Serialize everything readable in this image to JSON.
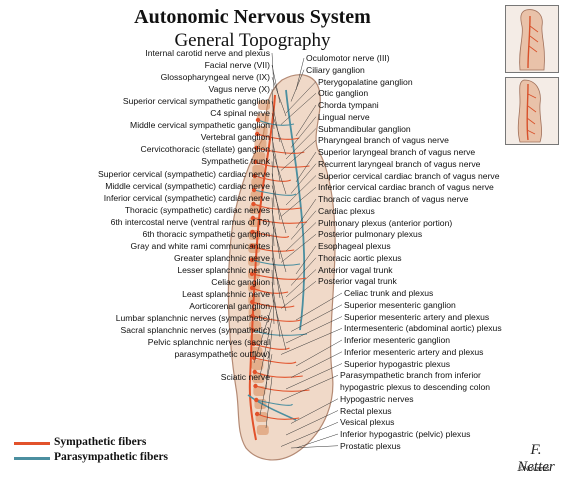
{
  "header": {
    "title": "Autonomic Nervous System",
    "subtitle": "General Topography"
  },
  "labels_left": [
    "Internal carotid nerve and plexus",
    "Facial nerve (VII)",
    "Glossopharyngeal nerve (IX)",
    "Vagus nerve (X)",
    "Superior cervical sympathetic ganglion",
    "C4 spinal nerve",
    "Middle cervical sympathetic ganglion",
    "Vertebral ganglion",
    "Cervicothoracic (stellate) ganglion",
    "Sympathetic trunk",
    "Superior cervical (sympathetic) cardiac nerve",
    "Middle cervical (sympathetic) cardiac nerve",
    "Inferior cervical (sympathetic) cardiac nerve",
    "Thoracic (sympathetic) cardiac nerves",
    "6th intercostal nerve (ventral ramus of T6)",
    "6th thoracic sympathetic ganglion",
    "Gray and white rami communicantes",
    "Greater splanchnic nerve",
    "Lesser splanchnic nerve",
    "Celiac ganglion",
    "Least splanchnic nerve",
    "Aorticorenal ganglion",
    "Lumbar splanchnic nerves (sympathetic)",
    "Sacral splanchnic nerves (sympathetic)",
    "Pelvic splanchnic nerves (sacral",
    "parasympathetic outflow)",
    "Sciatic nerve"
  ],
  "labels_right": [
    "Oculomotor nerve (III)",
    "Ciliary ganglion",
    "Pterygopalatine ganglion",
    "Otic ganglion",
    "Chorda tympani",
    "Lingual nerve",
    "Submandibular ganglion",
    "Pharyngeal branch of vagus nerve",
    "Superior laryngeal branch of vagus nerve",
    "Recurrent laryngeal branch of vagus nerve",
    "Superior cervical cardiac branch of vagus nerve",
    "Inferior cervical cardiac branch of vagus nerve",
    "Thoracic cardiac branch of vagus nerve",
    "Cardiac plexus",
    "Pulmonary plexus (anterior portion)",
    "Posterior pulmonary plexus",
    "Esophageal plexus",
    "Thoracic aortic plexus",
    "Anterior vagal trunk",
    "Posterior vagal trunk",
    "Celiac trunk and plexus",
    "Superior mesenteric ganglion",
    "Superior mesenteric artery and plexus",
    "Intermesenteric (abdominal aortic) plexus",
    "Inferior mesenteric ganglion",
    "Inferior mesenteric artery and plexus",
    "Superior hypogastric plexus",
    "Parasympathetic branch from inferior",
    "hypogastric plexus to descending colon",
    "Hypogastric nerves",
    "Rectal plexus",
    "Vesical plexus",
    "Inferior hypogastric (pelvic) plexus",
    "Prostatic plexus"
  ],
  "legend": [
    {
      "label": "Sympathetic fibers",
      "color": "#e2522b"
    },
    {
      "label": "Parasympathetic fibers",
      "color": "#4b8fa0"
    }
  ],
  "credits": {
    "signature": "F. Netter",
    "copyright": "©Novartis"
  },
  "colors": {
    "body_fill": "#f0d9c8",
    "body_outline": "#b48a74",
    "sympathetic": "#e2522b",
    "parasympathetic": "#4b8fa0",
    "spine": "#d98a5a"
  }
}
